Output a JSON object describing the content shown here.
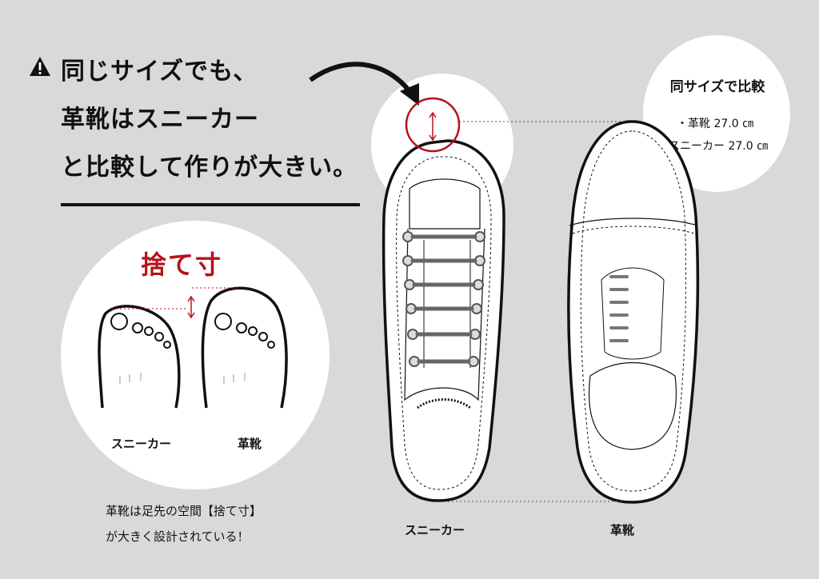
{
  "headline": {
    "line1": "同じサイズでも、",
    "line2": "革靴はスニーカー",
    "line3": "と比較して作りが大きい。"
  },
  "comparison": {
    "title": "同サイズで比較",
    "items": [
      "・革靴 27.0 ㎝",
      "・スニーカー 27.0 ㎝"
    ]
  },
  "toe_space": {
    "title": "捨て寸",
    "label_left": "スニーカー",
    "label_right": "革靴"
  },
  "note": {
    "line1": "革靴は足先の空間【捨て寸】",
    "line2": "が大きく設計されている！"
  },
  "shoes": {
    "left_label": "スニーカー",
    "right_label": "革靴"
  },
  "colors": {
    "accent": "#b5121b",
    "background": "#d9d9d9",
    "ink": "#111111"
  },
  "icons": [
    "warning-icon",
    "curved-arrow-icon",
    "double-arrow-icon"
  ]
}
